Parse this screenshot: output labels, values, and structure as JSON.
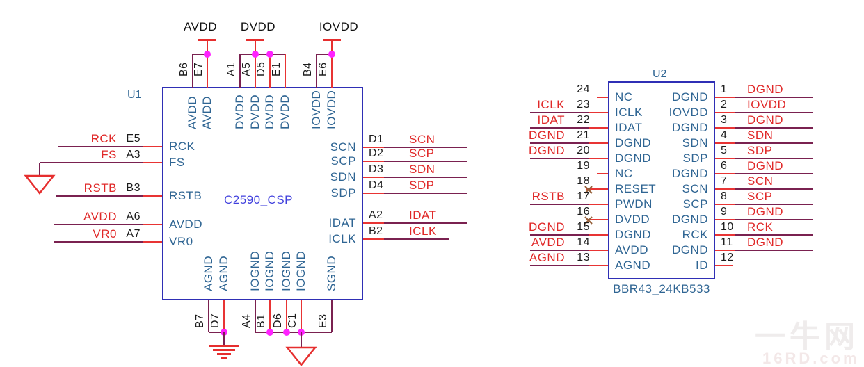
{
  "colors": {
    "chip_border": "#2f2fb5",
    "pin_name": "#2f6593",
    "net_label": "#e02828",
    "pin_number": "#1c1c1c",
    "wire": "#7a2150",
    "pin_stub": "#e83434",
    "junction_dot": "#ff22ff",
    "symbol_red": "#e62e2e",
    "no_connect_x": "#96603a",
    "u1_part_color": "#4040dd"
  },
  "u1": {
    "ref": "U1",
    "part": "C2590_CSP",
    "left_pins": [
      {
        "net": "RCK",
        "num": "E5",
        "name": "RCK"
      },
      {
        "net": "FS",
        "num": "A3",
        "name": "FS",
        "ground": "triangle"
      },
      {
        "net": "RSTB",
        "num": "B3",
        "name": "RSTB"
      },
      {
        "net": "AVDD",
        "num": "A6",
        "name": "AVDD"
      },
      {
        "net": "VR0",
        "num": "A7",
        "name": "VR0"
      }
    ],
    "right_pins": [
      {
        "net": "SCN",
        "num": "D1",
        "name": "SCN"
      },
      {
        "net": "SCP",
        "num": "D2",
        "name": "SCP"
      },
      {
        "net": "SDN",
        "num": "D3",
        "name": "SDN"
      },
      {
        "net": "SDP",
        "num": "D4",
        "name": "SDP"
      },
      {
        "net": "IDAT",
        "num": "A2",
        "name": "IDAT"
      },
      {
        "net": "ICLK",
        "num": "B2",
        "name": "ICLK"
      }
    ],
    "top_groups": [
      {
        "net": "AVDD",
        "pins": [
          {
            "num": "B6",
            "name": "AVDD"
          },
          {
            "num": "E7",
            "name": "AVDD"
          }
        ]
      },
      {
        "net": "DVDD",
        "pins": [
          {
            "num": "A1",
            "name": "DVDD"
          },
          {
            "num": "A5",
            "name": "DVDD"
          },
          {
            "num": "D5",
            "name": "DVDD"
          },
          {
            "num": "E1",
            "name": "DVDD"
          }
        ]
      },
      {
        "net": "IOVDD",
        "pins": [
          {
            "num": "B4",
            "name": "IOVDD"
          },
          {
            "num": "E6",
            "name": "IOVDD"
          }
        ]
      }
    ],
    "bottom_groups": [
      {
        "ground": "earth",
        "pins": [
          {
            "num": "B7",
            "name": "AGND"
          },
          {
            "num": "D7",
            "name": "AGND"
          }
        ]
      },
      {
        "ground": "triangle",
        "pins": [
          {
            "num": "A4",
            "name": "IOGND"
          },
          {
            "num": "B1",
            "name": "IOGND"
          },
          {
            "num": "D6",
            "name": "IOGND"
          },
          {
            "num": "C1",
            "name": "IOGND"
          },
          {
            "num": "E3",
            "name": "SGND"
          }
        ]
      }
    ]
  },
  "u2": {
    "ref": "U2",
    "part": "BBR43_24KB533",
    "left_pins": [
      {
        "num": "24",
        "name": "NC",
        "net": "",
        "stub": "short"
      },
      {
        "num": "23",
        "name": "ICLK",
        "net": "ICLK"
      },
      {
        "num": "22",
        "name": "IDAT",
        "net": "IDAT"
      },
      {
        "num": "21",
        "name": "DGND",
        "net": "DGND"
      },
      {
        "num": "20",
        "name": "DGND",
        "net": "DGND"
      },
      {
        "num": "19",
        "name": "NC",
        "net": "",
        "stub": "short"
      },
      {
        "num": "18",
        "name": "RESET",
        "net": "",
        "no_connect": true
      },
      {
        "num": "17",
        "name": "PWDN",
        "net": "RSTB"
      },
      {
        "num": "16",
        "name": "DVDD",
        "net": "",
        "no_connect": true
      },
      {
        "num": "15",
        "name": "DGND",
        "net": "DGND"
      },
      {
        "num": "14",
        "name": "AVDD",
        "net": "AVDD"
      },
      {
        "num": "13",
        "name": "AGND",
        "net": "AGND"
      }
    ],
    "right_pins": [
      {
        "num": "1",
        "name": "DGND",
        "net": "DGND"
      },
      {
        "num": "2",
        "name": "IOVDD",
        "net": "IOVDD"
      },
      {
        "num": "3",
        "name": "DGND",
        "net": "DGND"
      },
      {
        "num": "4",
        "name": "SDN",
        "net": "SDN"
      },
      {
        "num": "5",
        "name": "SDP",
        "net": "SDP"
      },
      {
        "num": "6",
        "name": "DGND",
        "net": "DGND"
      },
      {
        "num": "7",
        "name": "SCN",
        "net": "SCN"
      },
      {
        "num": "8",
        "name": "SCP",
        "net": "SCP"
      },
      {
        "num": "9",
        "name": "DGND",
        "net": "DGND"
      },
      {
        "num": "10",
        "name": "RCK",
        "net": "RCK"
      },
      {
        "num": "11",
        "name": "DGND",
        "net": "DGND"
      },
      {
        "num": "12",
        "name": "ID",
        "net": "",
        "stub": "short"
      }
    ]
  },
  "watermark": {
    "line1": "一牛网",
    "line2": "16RD.com"
  }
}
